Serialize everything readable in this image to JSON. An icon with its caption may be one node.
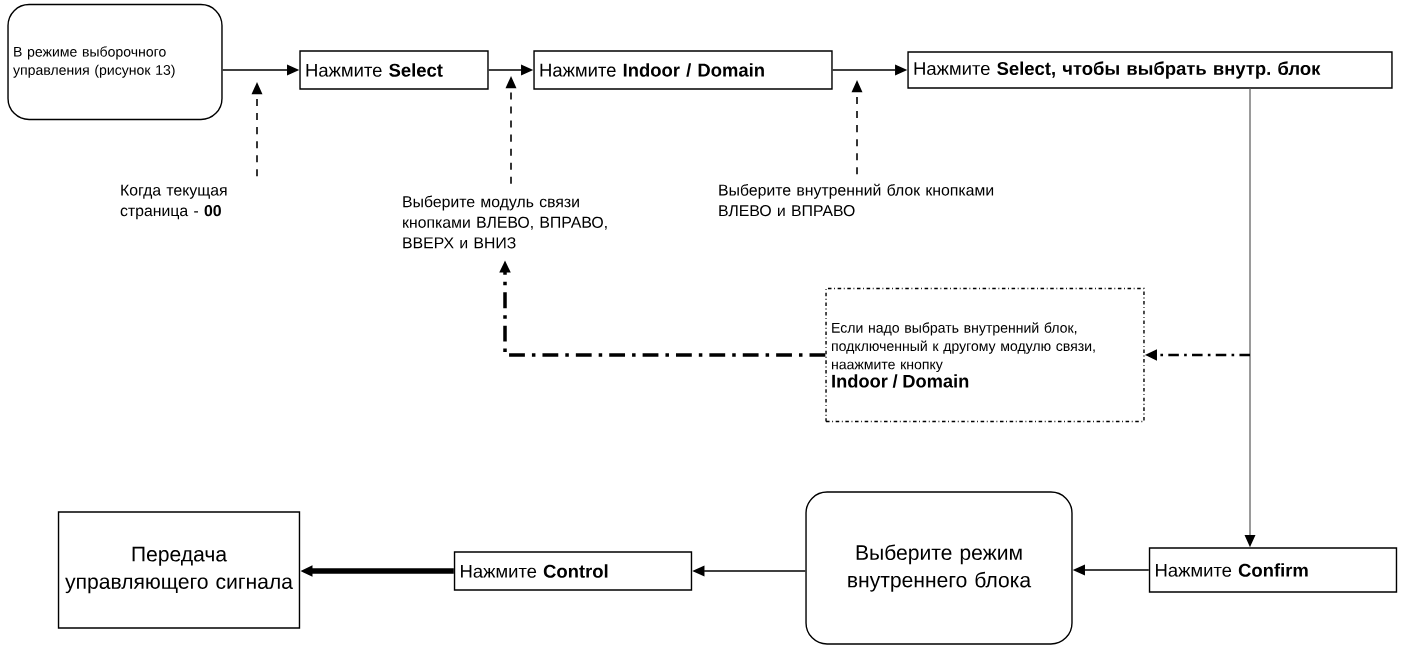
{
  "diagram": {
    "nodes": [
      {
        "text": [
          "В режиме выборочного управления (рисунок 13)"
        ]
      },
      {
        "text": [
          "Нажмите **Select**"
        ]
      },
      {
        "text": [
          "Нажмите **Indoor / Domain**"
        ]
      },
      {
        "text": [
          "Нажмите **Select, чтобы выбрать внутр. блок**"
        ]
      },
      {
        "text": [
          "Когда текущая страница - **00**"
        ]
      },
      {
        "text": [
          "Выберите модуль связи кнопками ВЛЕВО, ВПРАВО, ВВЕРХ и ВНИЗ"
        ]
      },
      {
        "text": [
          "Выберите внутренний блок кнопками ВЛЕВО и ВПРАВО"
        ]
      },
      {
        "text": [
          "Если надо выбрать внутренний блок, подключенный к другому модулю связи, наажмите кнопку",
          "Indoor / Domain"
        ]
      },
      {
        "text": [
          "Нажмите **Confirm**"
        ]
      },
      {
        "text": [
          "Выберите режим внутреннего блока"
        ]
      },
      {
        "text": [
          "Нажмите **Control**"
        ]
      },
      {
        "text": [
          "Передача управляющего сигнала"
        ]
      }
    ],
    "edges": [
      {
        "from": 0,
        "to": 1,
        "arrow": "to"
      },
      {
        "from": 1,
        "to": 2,
        "arrow": "to"
      },
      {
        "from": 2,
        "to": 3,
        "arrow": "to"
      },
      {
        "from": 4,
        "to": null,
        "arrow": "to",
        "style": "dashed"
      },
      {
        "from": 5,
        "to": null,
        "arrow": "to",
        "style": "dashed"
      },
      {
        "from": 6,
        "to": null,
        "arrow": "to",
        "style": "dashed"
      },
      {
        "from": 3,
        "to": 8,
        "arrow": "to",
        "color": "#808080"
      },
      {
        "from": null,
        "to": 7,
        "arrow": "to",
        "style": "dashed"
      },
      {
        "from": 7,
        "to": 5,
        "arrow": "to",
        "style": "dashed"
      },
      {
        "from": 8,
        "to": 9,
        "arrow": "to"
      },
      {
        "from": 9,
        "to": 10,
        "arrow": "to"
      },
      {
        "from": 10,
        "to": 11,
        "arrow": "to",
        "style": "thick"
      }
    ]
  }
}
